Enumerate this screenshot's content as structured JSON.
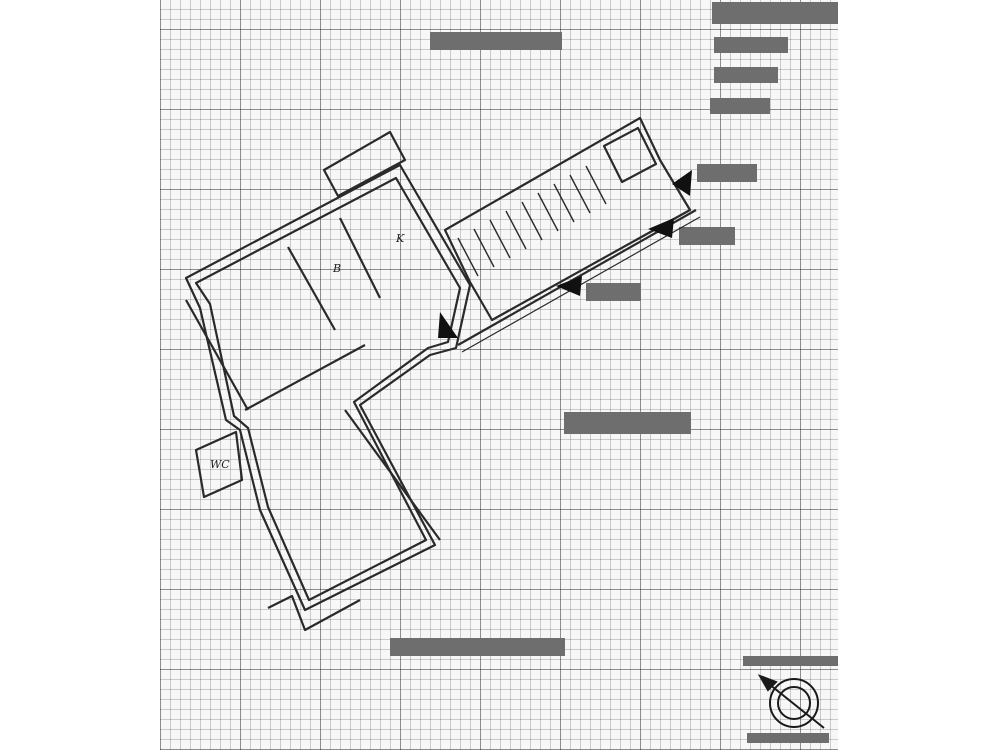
{
  "room_labels": {
    "room_b": "B",
    "room_k": "K",
    "room_wc": "WC"
  },
  "colors": {
    "paper": "#f7f7f7",
    "grid": "#b5b5b5",
    "wall": "#2a2a2a",
    "redaction": "#6e6e6e"
  },
  "icons": {
    "north": "north-arrow-icon",
    "pointer": "triangle-pointer-icon"
  }
}
